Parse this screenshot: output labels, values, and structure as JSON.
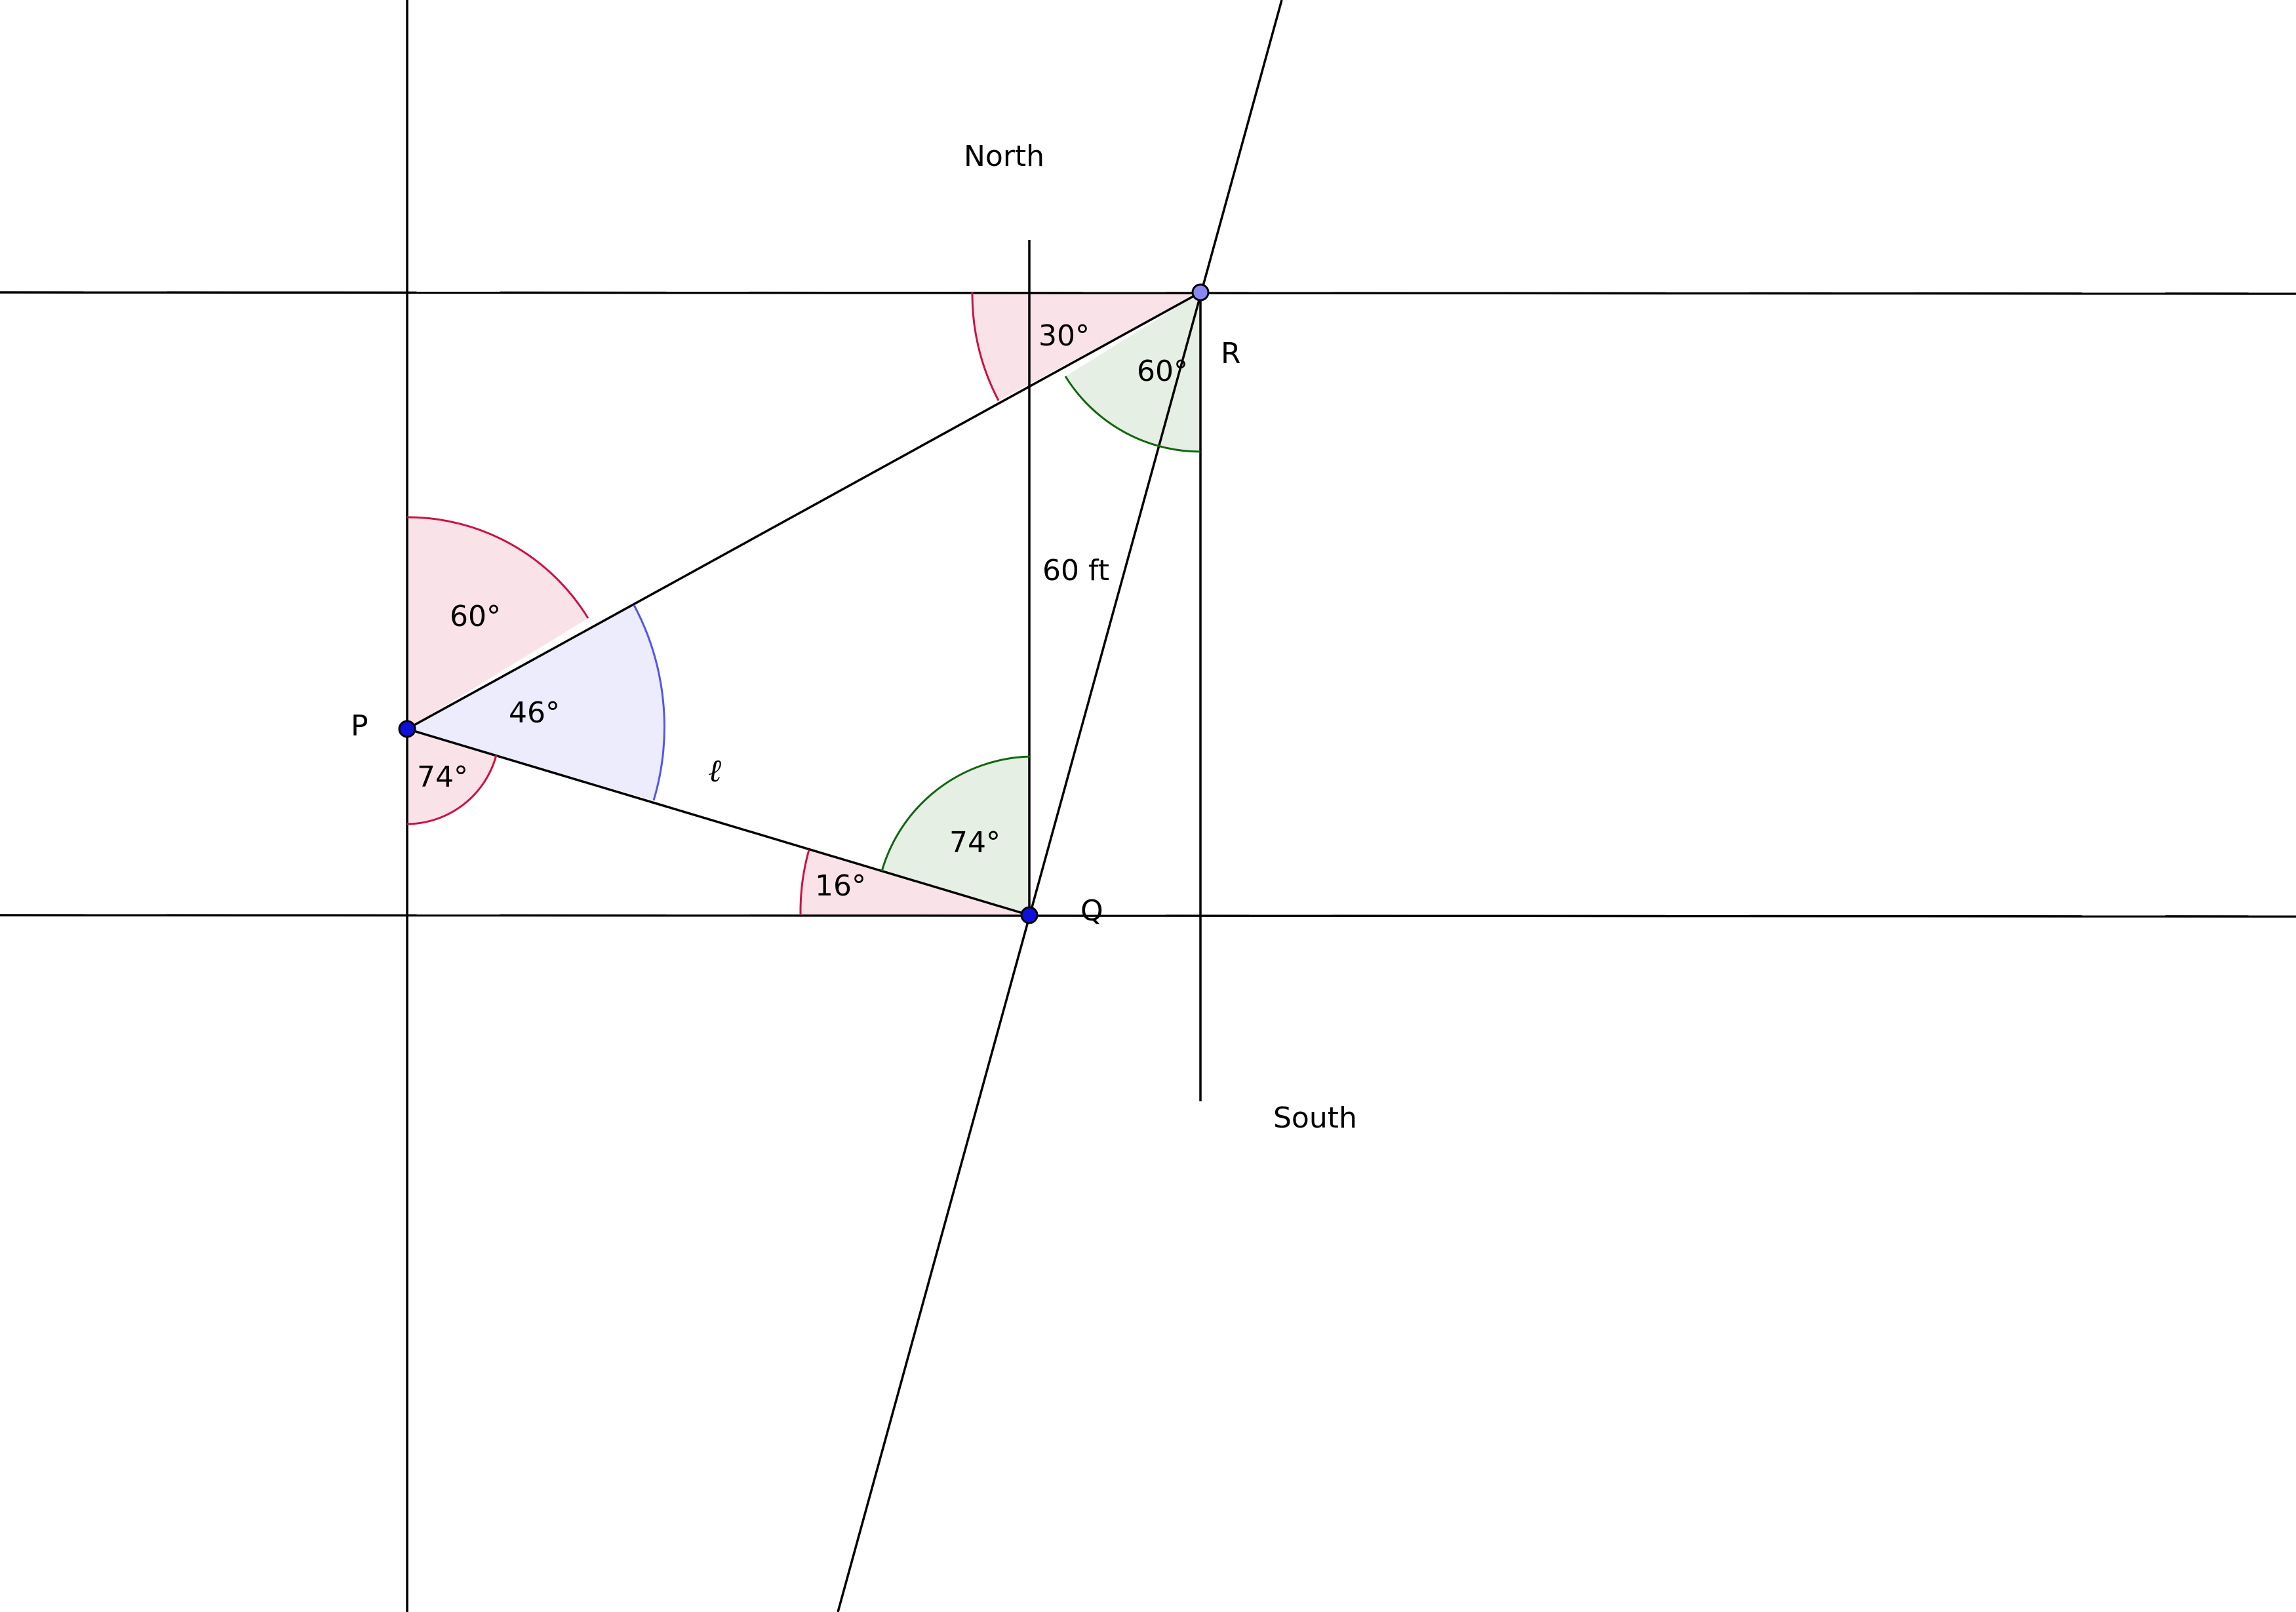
{
  "colors": {
    "red_arc": "#cc1144",
    "red_fill": "#f9e3e8",
    "green_arc": "#116611",
    "green_fill": "#e5efe3",
    "blue_arc": "#5555ee",
    "blue_fill": "#ececfc",
    "point_dark": "#1010dd",
    "point_light": "#8888ee"
  },
  "labels": {
    "north": "North",
    "south": "South",
    "point_p": "P",
    "point_q": "Q",
    "point_r": "R",
    "distance": "60 ft",
    "line_l": "ℓ"
  },
  "angles": {
    "p_top": "60°",
    "p_middle": "46°",
    "p_bottom": "74°",
    "q_left": "16°",
    "q_top": "74°",
    "r_left": "30°",
    "r_bottom": "60°"
  }
}
